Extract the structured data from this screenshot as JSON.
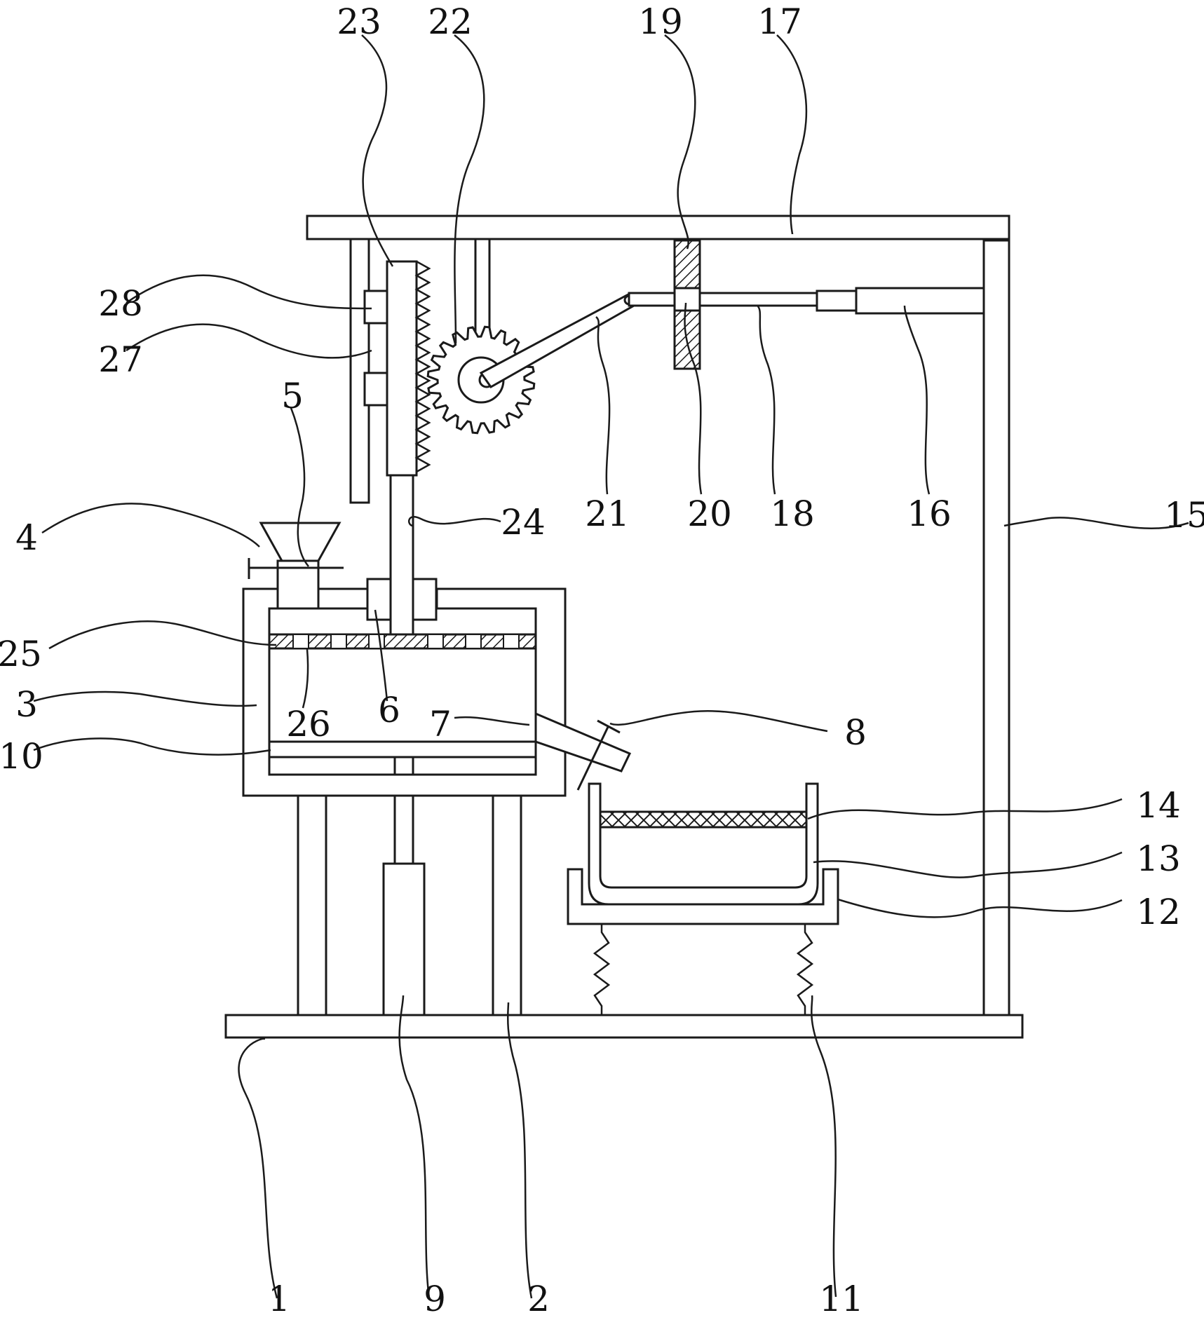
{
  "diagram": {
    "labels": [
      "1",
      "2",
      "3",
      "4",
      "5",
      "6",
      "7",
      "8",
      "9",
      "10",
      "11",
      "12",
      "13",
      "14",
      "15",
      "16",
      "17",
      "18",
      "19",
      "20",
      "21",
      "22",
      "23",
      "24",
      "25",
      "26",
      "27",
      "28"
    ],
    "colors": {
      "line": "#1a1a1a",
      "background": "#ffffff",
      "hatch": "#1a1a1a"
    }
  }
}
